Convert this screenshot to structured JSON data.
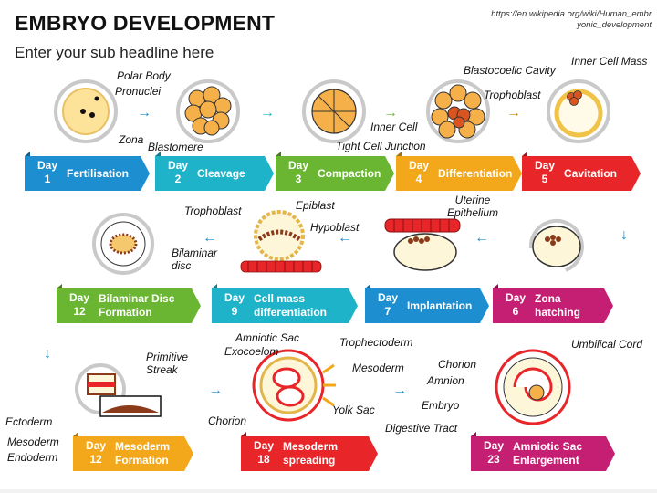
{
  "header": {
    "title": "EMBRYO DEVELOPMENT",
    "subtitle": "Enter your sub headline here",
    "source": "https://en.wikipedia.org/wiki/Human_embryonic_development"
  },
  "stages": [
    {
      "day_word": "Day",
      "day_num": "1",
      "name": "Fertilisation",
      "color": "#1d8fd1",
      "dark": "#145f8c"
    },
    {
      "day_word": "Day",
      "day_num": "2",
      "name": "Cleavage",
      "color": "#1fb3c9",
      "dark": "#137b8a"
    },
    {
      "day_word": "Day",
      "day_num": "3",
      "name": "Compaction",
      "color": "#6ab633",
      "dark": "#467a21"
    },
    {
      "day_word": "Day",
      "day_num": "4",
      "name": "Differentiation",
      "color": "#f3a81c",
      "dark": "#a8700f"
    },
    {
      "day_word": "Day",
      "day_num": "5",
      "name": "Cavitation",
      "color": "#e8262a",
      "dark": "#99171a"
    },
    {
      "day_word": "Day",
      "day_num": "6",
      "name": "Zona hatching",
      "color": "#c41f73",
      "dark": "#83134c"
    },
    {
      "day_word": "Day",
      "day_num": "7",
      "name": "Implantation",
      "color": "#1d8fd1",
      "dark": "#145f8c"
    },
    {
      "day_word": "Day",
      "day_num": "9",
      "name": "Cell mass differentiation",
      "color": "#1fb3c9",
      "dark": "#137b8a"
    },
    {
      "day_word": "Day",
      "day_num": "12",
      "name": "Bilaminar Disc Formation",
      "color": "#6ab633",
      "dark": "#467a21"
    },
    {
      "day_word": "Day",
      "day_num": "12",
      "name": "Mesoderm Formation",
      "color": "#f3a81c",
      "dark": "#a8700f"
    },
    {
      "day_word": "Day",
      "day_num": "18",
      "name": "Mesoderm spreading",
      "color": "#e8262a",
      "dark": "#99171a"
    },
    {
      "day_word": "Day",
      "day_num": "23",
      "name": "Amniotic Sac Enlargement",
      "color": "#c41f73",
      "dark": "#83134c"
    }
  ],
  "labels": {
    "polar_body": "Polar Body",
    "pronuclei": "Pronuclei",
    "zona": "Zona",
    "blastomere": "Blastomere",
    "tight_cell_junction": "Tight Cell Junction",
    "inner_cell": "Inner Cell",
    "blastocoelic_cavity": "Blastocoelic Cavity",
    "trophoblast_1": "Trophoblast",
    "inner_cell_mass": "Inner Cell Mass",
    "uterine_epithelium": "Uterine Epithelium",
    "trophoblast_2": "Trophoblast",
    "epiblast": "Epiblast",
    "hypoblast": "Hypoblast",
    "bilaminar_disc": "Bilaminar disc",
    "primitive_streak": "Primitive Streak",
    "ectoderm": "Ectoderm",
    "mesoderm_1": "Mesoderm",
    "endoderm": "Endoderm",
    "amniotic_sac": "Amniotic Sac",
    "exocoelom": "Exocoelom",
    "trophectoderm": "Trophectoderm",
    "mesoderm_2": "Mesoderm",
    "yolk_sac": "Yolk Sac",
    "chorion_1": "Chorion",
    "chorion_2": "Chorion",
    "amnion": "Amnion",
    "embryo": "Embryo",
    "digestive_tract": "Digestive Tract",
    "umbilical_cord": "Umbilical Cord"
  },
  "icons": {
    "arrow": "right-arrow-icon",
    "down": "down-arrow-icon",
    "left": "left-arrow-icon"
  }
}
